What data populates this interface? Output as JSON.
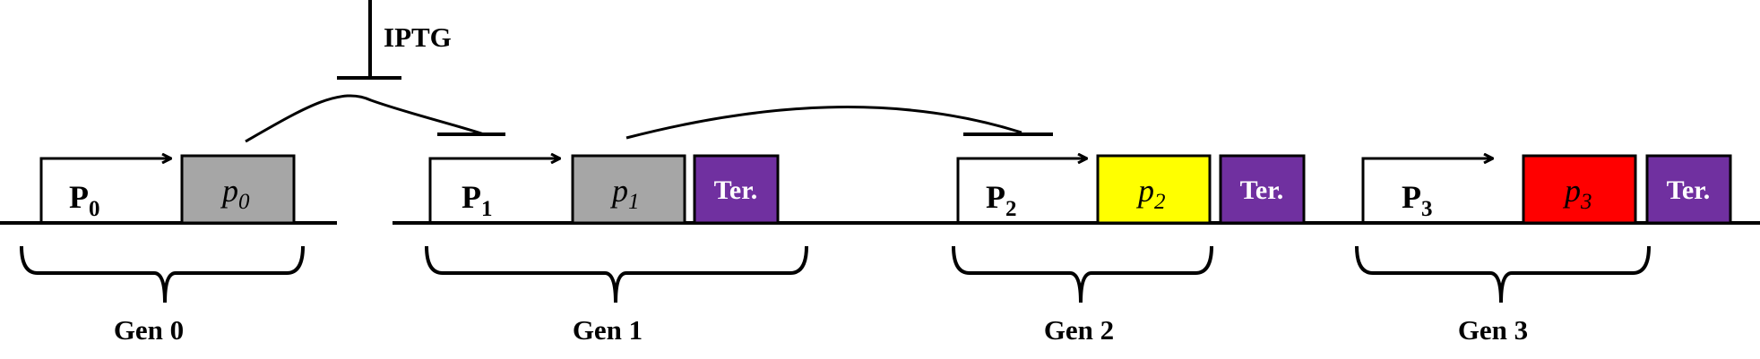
{
  "inducer": {
    "label": "IPTG"
  },
  "generations": [
    {
      "label": "Gen 0",
      "promoter": {
        "letter": "P",
        "sub": "0"
      },
      "gene": {
        "letter": "p",
        "sub": "0",
        "color": "#a6a6a6"
      },
      "terminator": null
    },
    {
      "label": "Gen 1",
      "promoter": {
        "letter": "P",
        "sub": "1"
      },
      "gene": {
        "letter": "p",
        "sub": "1",
        "color": "#a6a6a6"
      },
      "terminator": {
        "label": "Ter.",
        "color": "#7030a0"
      }
    },
    {
      "label": "Gen 2",
      "promoter": {
        "letter": "P",
        "sub": "2"
      },
      "gene": {
        "letter": "p",
        "sub": "2",
        "color": "#ffff00"
      },
      "terminator": {
        "label": "Ter.",
        "color": "#7030a0"
      }
    },
    {
      "label": "Gen 3",
      "promoter": {
        "letter": "P",
        "sub": "3"
      },
      "gene": {
        "letter": "p",
        "sub": "3",
        "color": "#ff0000"
      },
      "terminator": {
        "label": "Ter.",
        "color": "#7030a0"
      }
    }
  ]
}
